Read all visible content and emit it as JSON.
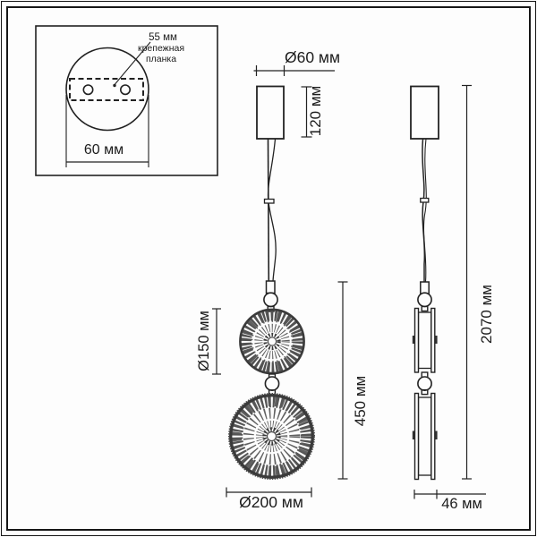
{
  "inset": {
    "hole_spacing_label": "55 мм",
    "plate_note_line1": "крепежная",
    "plate_note_line2": "планка",
    "plate_width_label": "60 мм"
  },
  "front_view": {
    "canopy_diameter_label": "Ø60 мм",
    "canopy_height_label": "120 мм",
    "small_shade_diameter_label": "Ø150 мм",
    "shade_stack_height_label": "450 мм",
    "large_shade_diameter_label": "Ø200 мм"
  },
  "side_view": {
    "total_height_label": "2070 мм",
    "depth_label": "46 мм"
  },
  "colors": {
    "line": "#222222",
    "dimension_line": "#2e2e2e",
    "shade_gray": "#565656",
    "rim_gray": "#3b3b3b",
    "background": "#fdfdfd",
    "frame": "#161616"
  }
}
